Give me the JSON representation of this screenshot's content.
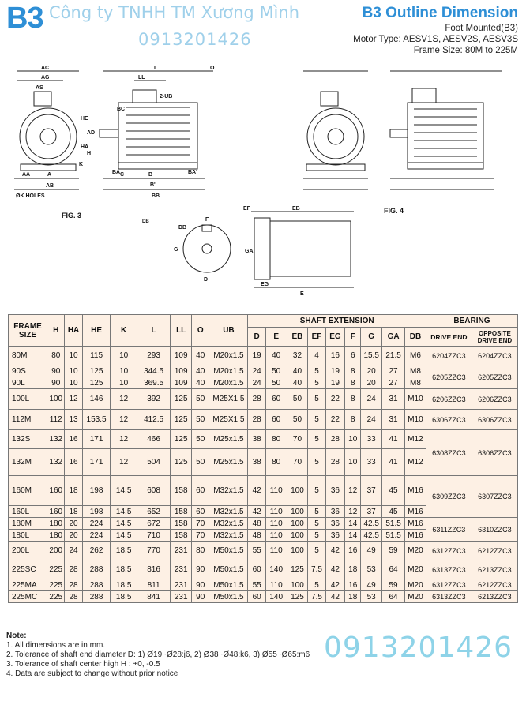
{
  "header": {
    "logo": "B3",
    "company": "Công ty TNHH TM Xương Mình",
    "phone": "0913201426",
    "title": "B3 Outline Dimension",
    "mount": "Foot Mounted(B3)",
    "motor_type": "Motor Type: AESV1S, AESV2S, AESV3S",
    "frame_size": "Frame Size: 80M to 225M"
  },
  "drawing": {
    "fig3": "FIG. 3",
    "fig4": "FIG. 4",
    "db_small": "DB",
    "labels": [
      "AC",
      "AG",
      "AS",
      "LL",
      "L",
      "O",
      "2-UB",
      "BC",
      "HE",
      "AD",
      "HA",
      "H",
      "BA",
      "BA'",
      "K",
      "AA",
      "A",
      "C",
      "B",
      "B'",
      "AB",
      "BB",
      "ØK HOLES",
      "EF",
      "EB",
      "E",
      "EG",
      "D",
      "F",
      "G",
      "GA",
      "DB"
    ]
  },
  "table": {
    "head": {
      "frame": "FRAME SIZE",
      "h": "H",
      "ha": "HA",
      "he": "HE",
      "k": "K",
      "l": "L",
      "ll": "LL",
      "o": "O",
      "ub": "UB",
      "shaft": "SHAFT  EXTENSION",
      "bearing": "BEARING",
      "shaft_cols": [
        "D",
        "E",
        "EB",
        "EF",
        "EG",
        "F",
        "G",
        "GA",
        "DB"
      ],
      "drive_end": "DRIVE END",
      "opposite": "OPPOSITE DRIVE END"
    },
    "rows": [
      [
        "80M",
        "80",
        "10",
        "115",
        "10",
        "293",
        "109",
        "40",
        "M20x1.5",
        "19",
        "40",
        "32",
        "4",
        "16",
        "6",
        "15.5",
        "21.5",
        "M6"
      ],
      [
        "90S",
        "90",
        "10",
        "125",
        "10",
        "344.5",
        "109",
        "40",
        "M20x1.5",
        "24",
        "50",
        "40",
        "5",
        "19",
        "8",
        "20",
        "27",
        "M8"
      ],
      [
        "90L",
        "90",
        "10",
        "125",
        "10",
        "369.5",
        "109",
        "40",
        "M20x1.5",
        "24",
        "50",
        "40",
        "5",
        "19",
        "8",
        "20",
        "27",
        "M8"
      ],
      [
        "100L",
        "100",
        "12",
        "146",
        "12",
        "392",
        "125",
        "50",
        "M25X1.5",
        "28",
        "60",
        "50",
        "5",
        "22",
        "8",
        "24",
        "31",
        "M10"
      ],
      [
        "112M",
        "112",
        "13",
        "153.5",
        "12",
        "412.5",
        "125",
        "50",
        "M25X1.5",
        "28",
        "60",
        "50",
        "5",
        "22",
        "8",
        "24",
        "31",
        "M10"
      ],
      [
        "132S",
        "132",
        "16",
        "171",
        "12",
        "466",
        "125",
        "50",
        "M25x1.5",
        "38",
        "80",
        "70",
        "5",
        "28",
        "10",
        "33",
        "41",
        "M12"
      ],
      [
        "132M",
        "132",
        "16",
        "171",
        "12",
        "504",
        "125",
        "50",
        "M25x1.5",
        "38",
        "80",
        "70",
        "5",
        "28",
        "10",
        "33",
        "41",
        "M12"
      ],
      [
        "160M",
        "160",
        "18",
        "198",
        "14.5",
        "608",
        "158",
        "60",
        "M32x1.5",
        "42",
        "110",
        "100",
        "5",
        "36",
        "12",
        "37",
        "45",
        "M16"
      ],
      [
        "160L",
        "160",
        "18",
        "198",
        "14.5",
        "652",
        "158",
        "60",
        "M32x1.5",
        "42",
        "110",
        "100",
        "5",
        "36",
        "12",
        "37",
        "45",
        "M16"
      ],
      [
        "180M",
        "180",
        "20",
        "224",
        "14.5",
        "672",
        "158",
        "70",
        "M32x1.5",
        "48",
        "110",
        "100",
        "5",
        "36",
        "14",
        "42.5",
        "51.5",
        "M16"
      ],
      [
        "180L",
        "180",
        "20",
        "224",
        "14.5",
        "710",
        "158",
        "70",
        "M32x1.5",
        "48",
        "110",
        "100",
        "5",
        "36",
        "14",
        "42.5",
        "51.5",
        "M16"
      ],
      [
        "200L",
        "200",
        "24",
        "262",
        "18.5",
        "770",
        "231",
        "80",
        "M50x1.5",
        "55",
        "110",
        "100",
        "5",
        "42",
        "16",
        "49",
        "59",
        "M20"
      ],
      [
        "225SC",
        "225",
        "28",
        "288",
        "18.5",
        "816",
        "231",
        "90",
        "M50x1.5",
        "60",
        "140",
        "125",
        "7.5",
        "42",
        "18",
        "53",
        "64",
        "M20"
      ],
      [
        "225MA",
        "225",
        "28",
        "288",
        "18.5",
        "811",
        "231",
        "90",
        "M50x1.5",
        "55",
        "110",
        "100",
        "5",
        "42",
        "16",
        "49",
        "59",
        "M20"
      ],
      [
        "225MC",
        "225",
        "28",
        "288",
        "18.5",
        "841",
        "231",
        "90",
        "M50x1.5",
        "60",
        "140",
        "125",
        "7.5",
        "42",
        "18",
        "53",
        "64",
        "M20"
      ]
    ],
    "bearing": [
      [
        "6204ZZC3",
        "6204ZZC3"
      ],
      [
        "6205ZZC3",
        "6205ZZC3"
      ],
      [
        "6206ZZC3",
        "6206ZZC3"
      ],
      [
        "6306ZZC3",
        "6306ZZC3"
      ],
      [
        "6308ZZC3",
        "6306ZZC3"
      ],
      [
        "6309ZZC3",
        "6307ZZC3"
      ],
      [
        "6311ZZC3",
        "6310ZZC3"
      ],
      [
        "6312ZZC3",
        "6212ZZC3"
      ],
      [
        "6313ZZC3",
        "6213ZZC3"
      ],
      [
        "6312ZZC3",
        "6212ZZC3"
      ],
      [
        "6313ZZC3",
        "6213ZZC3"
      ]
    ]
  },
  "notes": {
    "title": "Note:",
    "items": [
      "1. All dimensions are in mm.",
      "2. Tolerance of shaft end diameter D: 1) Ø19~Ø28:j6, 2) Ø38~Ø48:k6, 3) Ø55~Ø65:m6",
      "3. Tolerance of shaft center high H : +0, -0.5",
      "4. Data are subject to change without prior notice"
    ]
  },
  "colors": {
    "brand": "#2e8fd6",
    "watermark": "#8ed3e8",
    "table_bg": "#fdf0e4"
  }
}
